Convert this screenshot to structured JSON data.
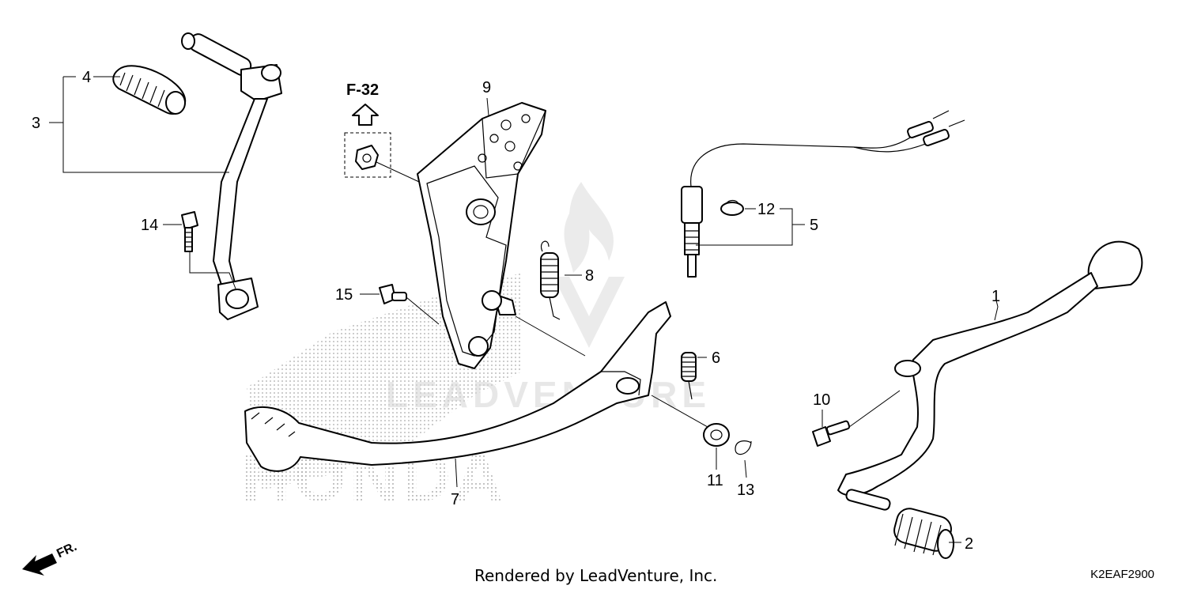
{
  "reference": {
    "label": "F-32"
  },
  "callouts": [
    {
      "id": "1",
      "label": "1"
    },
    {
      "id": "2",
      "label": "2"
    },
    {
      "id": "3",
      "label": "3"
    },
    {
      "id": "4",
      "label": "4"
    },
    {
      "id": "5",
      "label": "5"
    },
    {
      "id": "6",
      "label": "6"
    },
    {
      "id": "7",
      "label": "7"
    },
    {
      "id": "8",
      "label": "8"
    },
    {
      "id": "9",
      "label": "9"
    },
    {
      "id": "10",
      "label": "10"
    },
    {
      "id": "11",
      "label": "11"
    },
    {
      "id": "12",
      "label": "12"
    },
    {
      "id": "13",
      "label": "13"
    },
    {
      "id": "14",
      "label": "14"
    },
    {
      "id": "15",
      "label": "15"
    }
  ],
  "direction": {
    "label": "FR."
  },
  "footer": {
    "credit": "Rendered by LeadVenture, Inc.",
    "code": "K2EAF2900"
  },
  "watermark": {
    "text": "LEADVENTURE",
    "brand": "HONDA"
  },
  "colors": {
    "ink": "#000000",
    "watermark": "#d4d4d4",
    "background": "#ffffff"
  }
}
